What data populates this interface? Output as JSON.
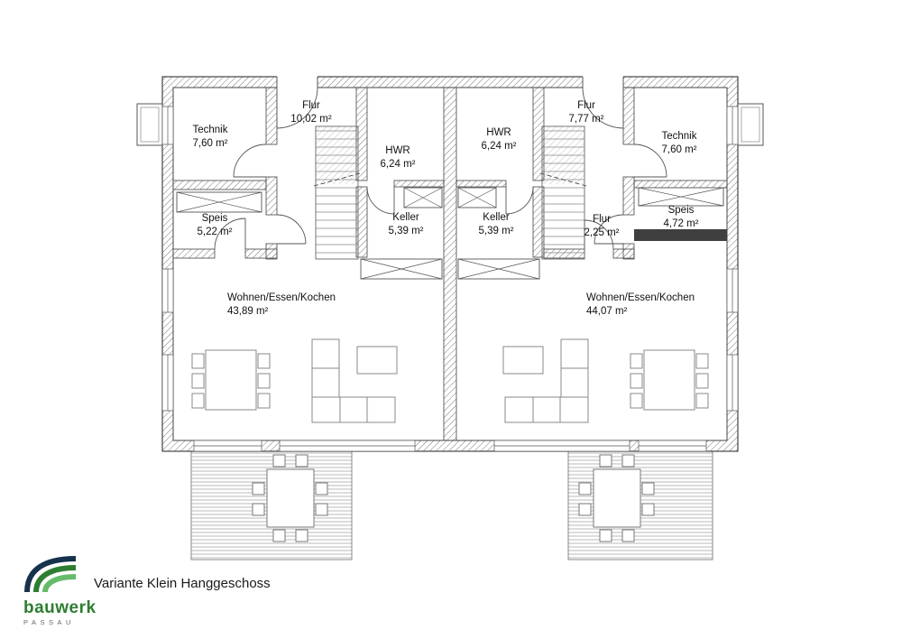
{
  "caption": "Variante Klein Hanggeschoss",
  "logo": {
    "brand": "bauwerk",
    "city": "PASSAU"
  },
  "colors": {
    "logo_green": "#2e7d32",
    "logo_dark": "#16324c",
    "wall_hatch": "#555555"
  },
  "units": {
    "left": {
      "rooms": [
        {
          "name": "Technik",
          "area": "7,60 m²"
        },
        {
          "name": "Flur",
          "area": "10,02 m²"
        },
        {
          "name": "HWR",
          "area": "6,24 m²"
        },
        {
          "name": "Speis",
          "area": "5,22 m²"
        },
        {
          "name": "Keller",
          "area": "5,39 m²"
        },
        {
          "name": "Wohnen/Essen/Kochen",
          "area": "43,89 m²"
        }
      ]
    },
    "right": {
      "rooms": [
        {
          "name": "HWR",
          "area": "6,24 m²"
        },
        {
          "name": "Flur",
          "area": "7,77 m²"
        },
        {
          "name": "Technik",
          "area": "7,60 m²"
        },
        {
          "name": "Keller",
          "area": "5,39 m²"
        },
        {
          "name": "Flur",
          "area": "2,25 m²"
        },
        {
          "name": "Speis",
          "area": "4,72 m²"
        },
        {
          "name": "Wohnen/Essen/Kochen",
          "area": "44,07 m²"
        }
      ]
    }
  }
}
